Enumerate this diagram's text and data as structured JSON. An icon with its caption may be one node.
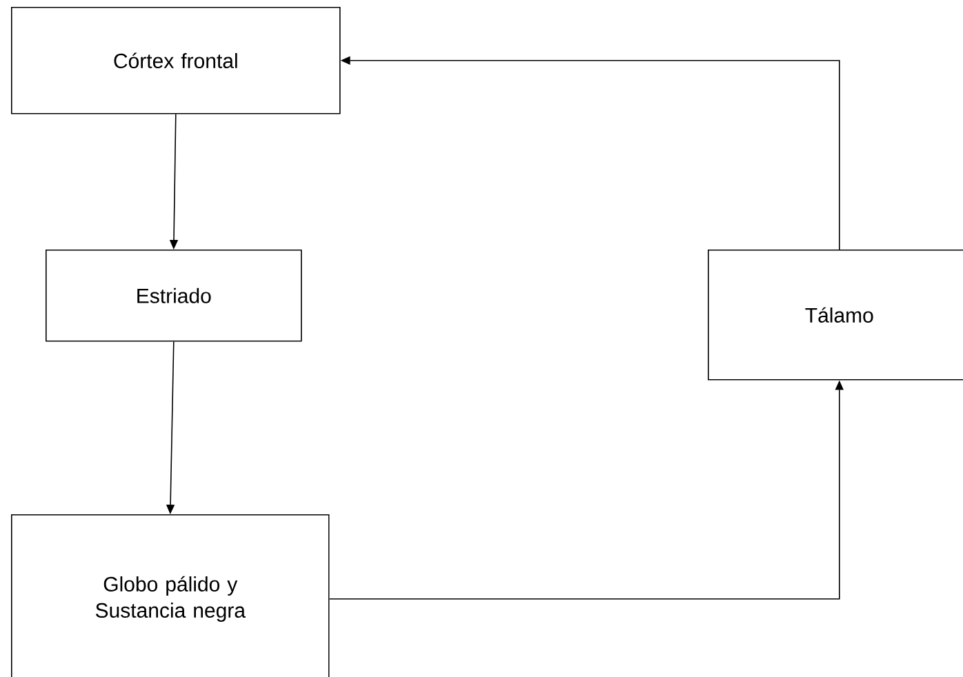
{
  "diagram": {
    "nodes": [
      {
        "text": [
          "Córtex frontal"
        ]
      },
      {
        "text": [
          "Estriado"
        ]
      },
      {
        "text": [
          "Tálamo"
        ]
      },
      {
        "text": [
          "Globo pálido y Sustancia negra"
        ]
      }
    ],
    "edges": [
      {
        "from": 0,
        "to": 1,
        "arrow": "to"
      },
      {
        "from": 1,
        "to": 3,
        "arrow": "to"
      },
      {
        "from": 3,
        "to": 2,
        "arrow": "to"
      },
      {
        "from": 2,
        "to": 0,
        "arrow": "to"
      }
    ]
  }
}
